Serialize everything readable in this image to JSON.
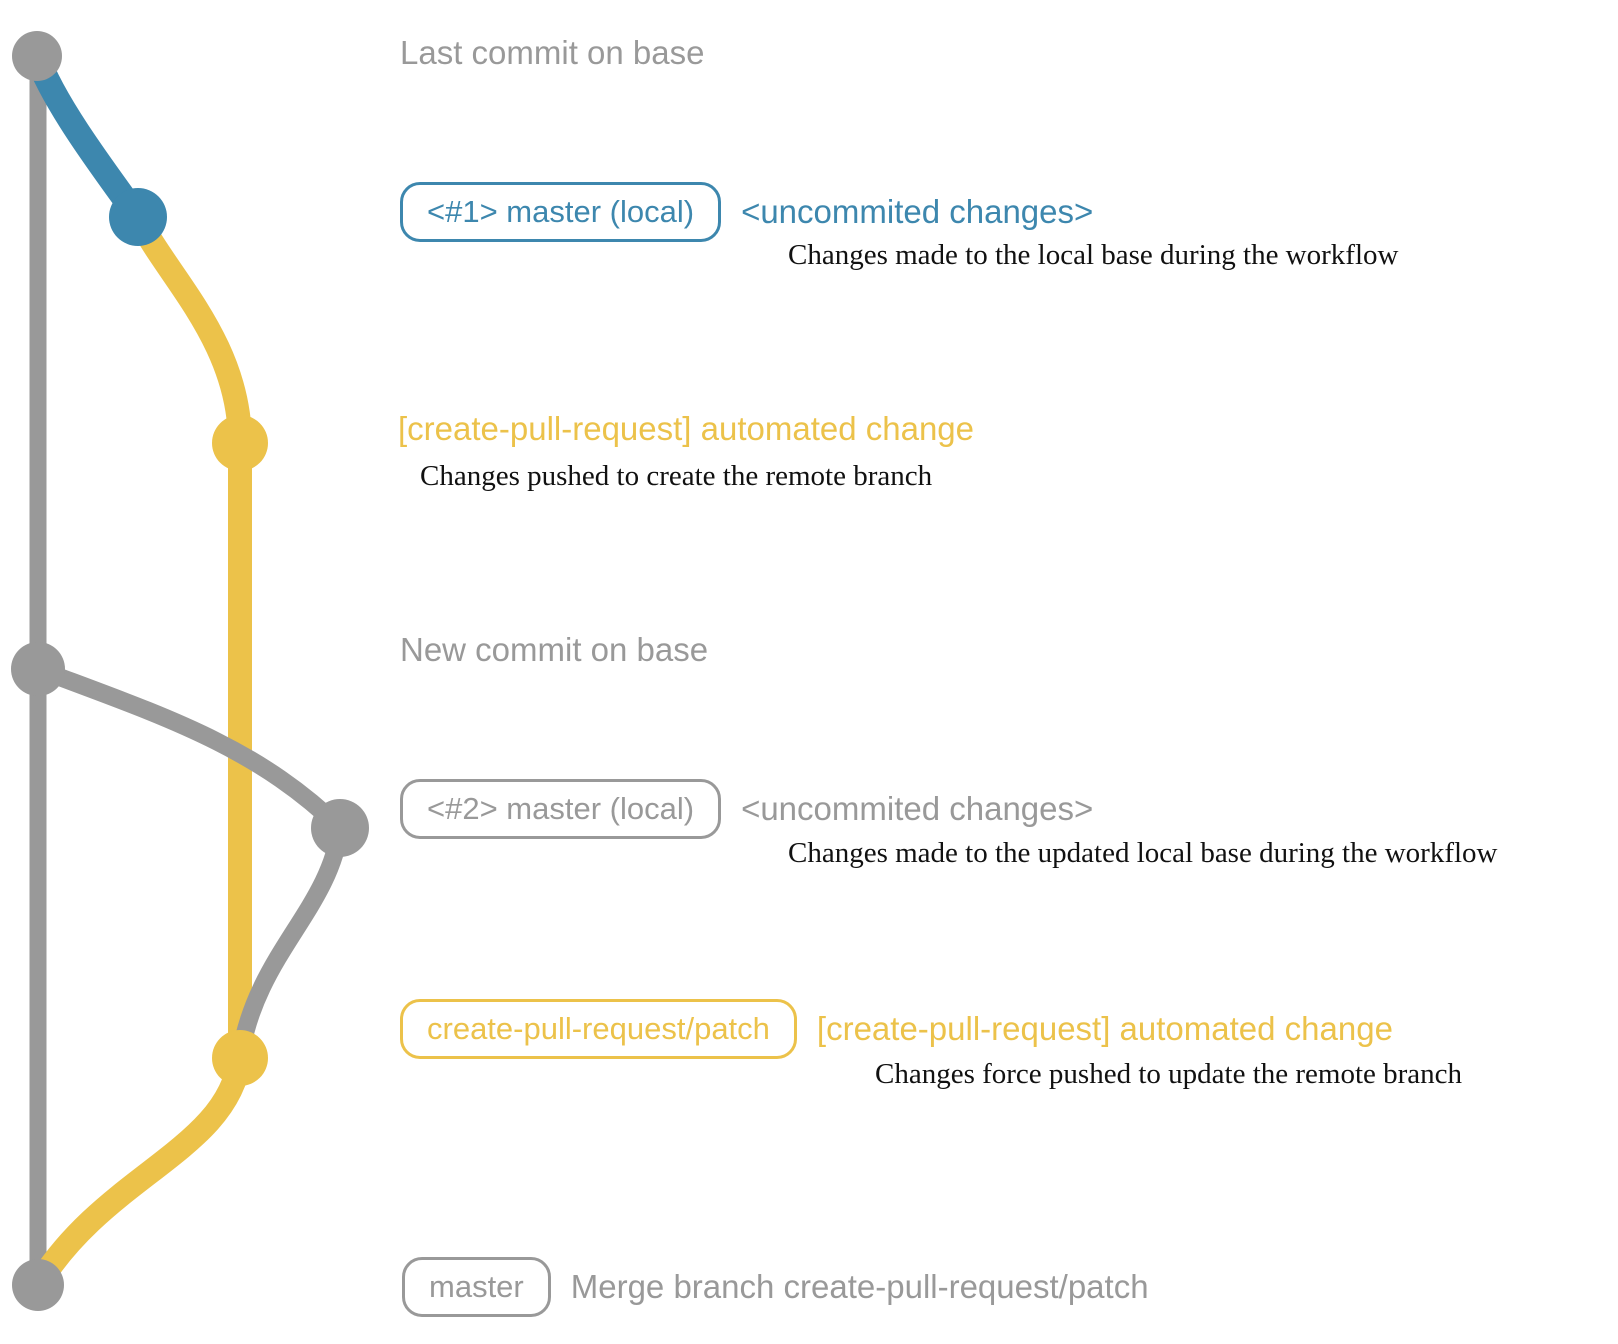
{
  "colors": {
    "gray": "#999999",
    "blue": "#3d87ae",
    "yellow": "#ecc24a",
    "ink": "#111111"
  },
  "graph": {
    "branches": [
      {
        "name": "base-master-remote",
        "color": "#999999"
      },
      {
        "name": "master-local",
        "color": "#3d87ae"
      },
      {
        "name": "create-pull-request-patch",
        "color": "#ecc24a"
      }
    ],
    "commits": [
      {
        "name": "last-commit-on-base",
        "color": "#999999"
      },
      {
        "name": "local-uncommitted-1",
        "color": "#3d87ae"
      },
      {
        "name": "patch-commit-1",
        "color": "#ecc24a"
      },
      {
        "name": "new-commit-on-base",
        "color": "#999999"
      },
      {
        "name": "local-uncommitted-2",
        "color": "#999999"
      },
      {
        "name": "patch-commit-2",
        "color": "#ecc24a"
      },
      {
        "name": "merge-commit",
        "color": "#999999"
      }
    ]
  },
  "rows": {
    "last_commit": {
      "heading": "Last commit on base"
    },
    "row1": {
      "pill": "<#1> master (local)",
      "tag": "<uncommited changes>",
      "note": "Changes made to the local base during the workflow"
    },
    "row2": {
      "tag": "[create-pull-request] automated change",
      "note": "Changes pushed to create the remote branch"
    },
    "new_commit": {
      "heading": "New commit on base"
    },
    "row3": {
      "pill": "<#2> master (local)",
      "tag": "<uncommited changes>",
      "note": "Changes made to the updated local base during the workflow"
    },
    "row4": {
      "pill": "create-pull-request/patch",
      "tag": "[create-pull-request] automated change",
      "note": "Changes force pushed to update the remote branch"
    },
    "row5": {
      "pill": "master",
      "tag": "Merge branch create-pull-request/patch"
    }
  }
}
